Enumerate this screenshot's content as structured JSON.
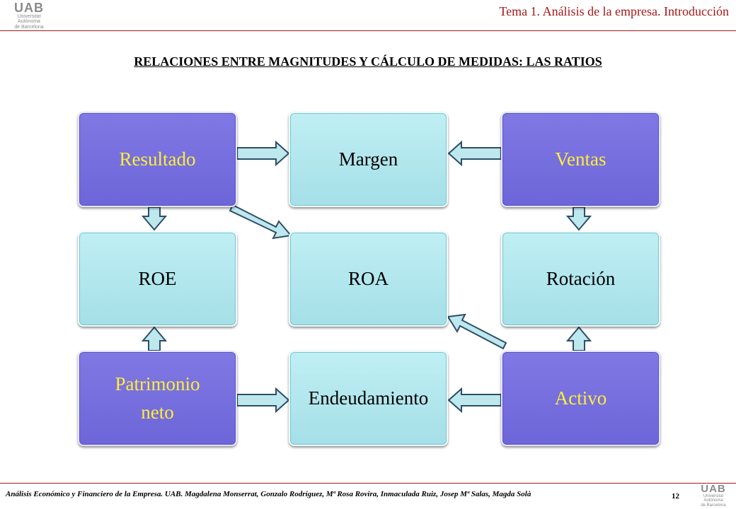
{
  "header": {
    "logo": {
      "big": "UAB",
      "line1": "Universitat Autònoma",
      "line2": "de Barcelona"
    },
    "title": "Tema 1. Análisis de la empresa. Introducción"
  },
  "main_title": "RELACIONES ENTRE MAGNITUDES Y CÁLCULO DE MEDIDAS: LAS RATIOS",
  "nodes": {
    "resultado": "Resultado",
    "margen": "Margen",
    "ventas": "Ventas",
    "roe": "ROE",
    "roa": "ROA",
    "rotacion": "Rotación",
    "patrimonio_line1": "Patrimonio",
    "patrimonio_line2": "neto",
    "endeudamiento": "Endeudamiento",
    "activo": "Activo"
  },
  "colors": {
    "dark_box": "#7770e0",
    "dark_text": "#ffee3b",
    "light_box": "#b3e7ee",
    "arrow_fill": "#bde8ee",
    "arrow_stroke": "#2f4d68",
    "accent_line": "#a31919"
  },
  "footer": {
    "text": "Análisis Económico y Financiero de la Empresa. UAB. Magdalena Monserrat, Gonzalo Rodríguez, Mª Rosa Rovira, Inmaculada Ruiz, Josep Mª Salas, Magda Solà",
    "page_number": "12"
  }
}
